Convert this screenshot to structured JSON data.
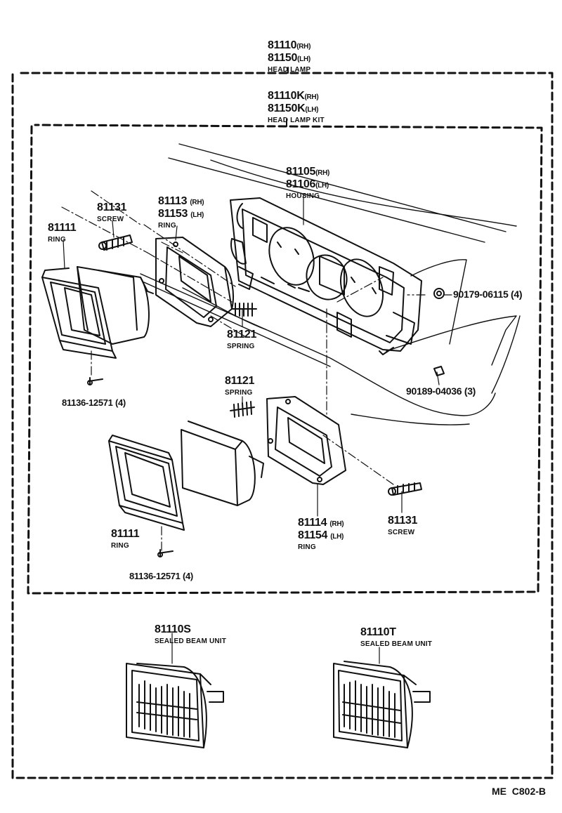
{
  "headlamp": {
    "pn_rh": "81110",
    "rh": "(RH)",
    "pn_lh": "81150",
    "lh": "(LH)",
    "name": "HEAD LAMP"
  },
  "kit": {
    "pn_rh": "81110K",
    "rh": "(RH)",
    "pn_lh": "81150K",
    "lh": "(LH)",
    "name": "HEAD LAMP KIT"
  },
  "housing": {
    "pn_rh": "81105",
    "rh": "(RH)",
    "pn_lh": "81106",
    "lh": "(LH)",
    "name": "HOUSING"
  },
  "ring_upper": {
    "pn_rh": "81113",
    "rh": "(RH)",
    "pn_lh": "81153",
    "lh": "(LH)",
    "name": "RING"
  },
  "ring_lower": {
    "pn_rh": "81114",
    "rh": "(RH)",
    "pn_lh": "81154",
    "lh": "(LH)",
    "name": "RING"
  },
  "screw_upper": {
    "pn": "81131",
    "name": "SCREW"
  },
  "screw_lower": {
    "pn": "81131",
    "name": "SCREW"
  },
  "ring_outer_upper": {
    "pn": "81111",
    "name": "RING"
  },
  "ring_outer_lower": {
    "pn": "81111",
    "name": "RING"
  },
  "spring_upper": {
    "pn": "81121",
    "name": "SPRING"
  },
  "spring_lower": {
    "pn": "81121",
    "name": "SPRING"
  },
  "nut": {
    "pn": "90179-06115",
    "qty": "(4)"
  },
  "clip": {
    "pn": "90189-04036",
    "qty": "(3)"
  },
  "screw_small_upper": {
    "pn": "81136-12571",
    "qty": "(4)"
  },
  "screw_small_lower": {
    "pn": "81136-12571",
    "qty": "(4)"
  },
  "beam_s": {
    "pn": "81110S",
    "name": "SEALED BEAM UNIT"
  },
  "beam_t": {
    "pn": "81110T",
    "name": "SEALED BEAM UNIT"
  },
  "ref_code": "ME  C802-B"
}
